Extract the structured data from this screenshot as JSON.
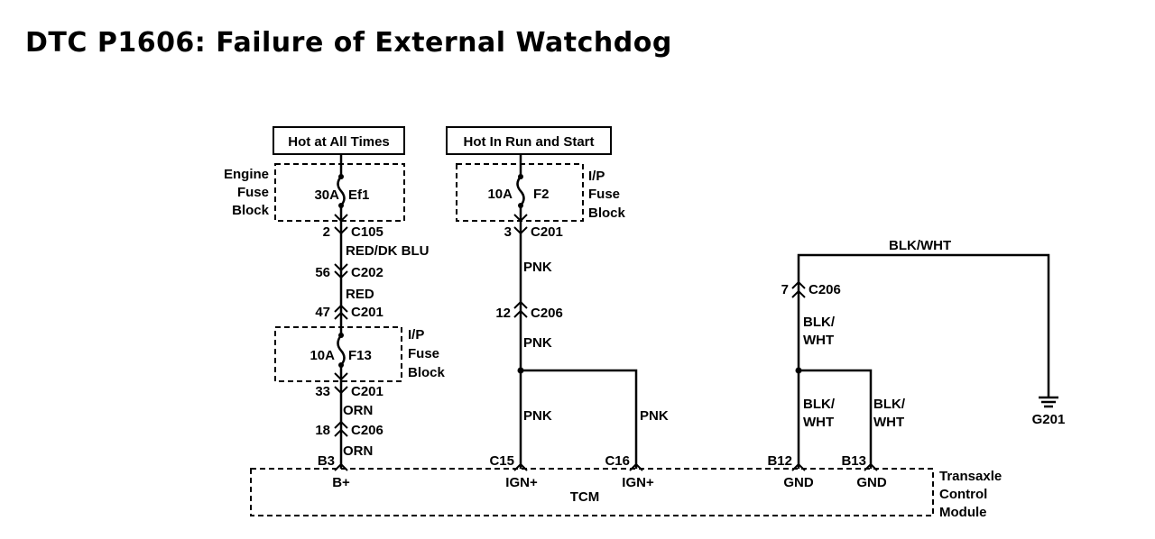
{
  "title": "DTC P1606: Failure of External Watchdog",
  "sources": {
    "hot_all_times": "Hot at All Times",
    "hot_run_start": "Hot In Run and Start"
  },
  "fuse_blocks": {
    "engine": [
      "Engine",
      "Fuse",
      "Block"
    ],
    "ip_1": [
      "I/P",
      "Fuse",
      "Block"
    ],
    "ip_2": [
      "I/P",
      "Fuse",
      "Block"
    ]
  },
  "fuses": {
    "ef1": {
      "rating": "30A",
      "name": "Ef1"
    },
    "f2": {
      "rating": "10A",
      "name": "F2"
    },
    "f13": {
      "rating": "10A",
      "name": "F13"
    }
  },
  "connectors": {
    "c105": {
      "pin": "2",
      "name": "C105"
    },
    "c201_f2": {
      "pin": "3",
      "name": "C201"
    },
    "c202": {
      "pin": "56",
      "name": "C202"
    },
    "c201_in": {
      "pin": "47",
      "name": "C201"
    },
    "c206_pnk": {
      "pin": "12",
      "name": "C206"
    },
    "c206_gnd": {
      "pin": "7",
      "name": "C206"
    },
    "c201_out": {
      "pin": "33",
      "name": "C201"
    },
    "c206_orn": {
      "pin": "18",
      "name": "C206"
    }
  },
  "wires": {
    "red_dk_blu": "RED/DK BLU",
    "red": "RED",
    "orn_1": "ORN",
    "orn_2": "ORN",
    "pnk_1": "PNK",
    "pnk_2": "PNK",
    "pnk_3": "PNK",
    "pnk_4": "PNK",
    "blk_wht_top": "BLK/WHT",
    "blk_wht_1": [
      "BLK/",
      "WHT"
    ],
    "blk_wht_2": [
      "BLK/",
      "WHT"
    ],
    "blk_wht_3": [
      "BLK/",
      "WHT"
    ]
  },
  "tcm": {
    "name": "TCM",
    "module_label": [
      "Transaxle",
      "Control",
      "Module"
    ],
    "pins": {
      "b3": {
        "id": "B3",
        "fn": "B+"
      },
      "c15": {
        "id": "C15",
        "fn": "IGN+"
      },
      "c16": {
        "id": "C16",
        "fn": "IGN+"
      },
      "b12": {
        "id": "B12",
        "fn": "GND"
      },
      "b13": {
        "id": "B13",
        "fn": "GND"
      }
    }
  },
  "ground": "G201"
}
